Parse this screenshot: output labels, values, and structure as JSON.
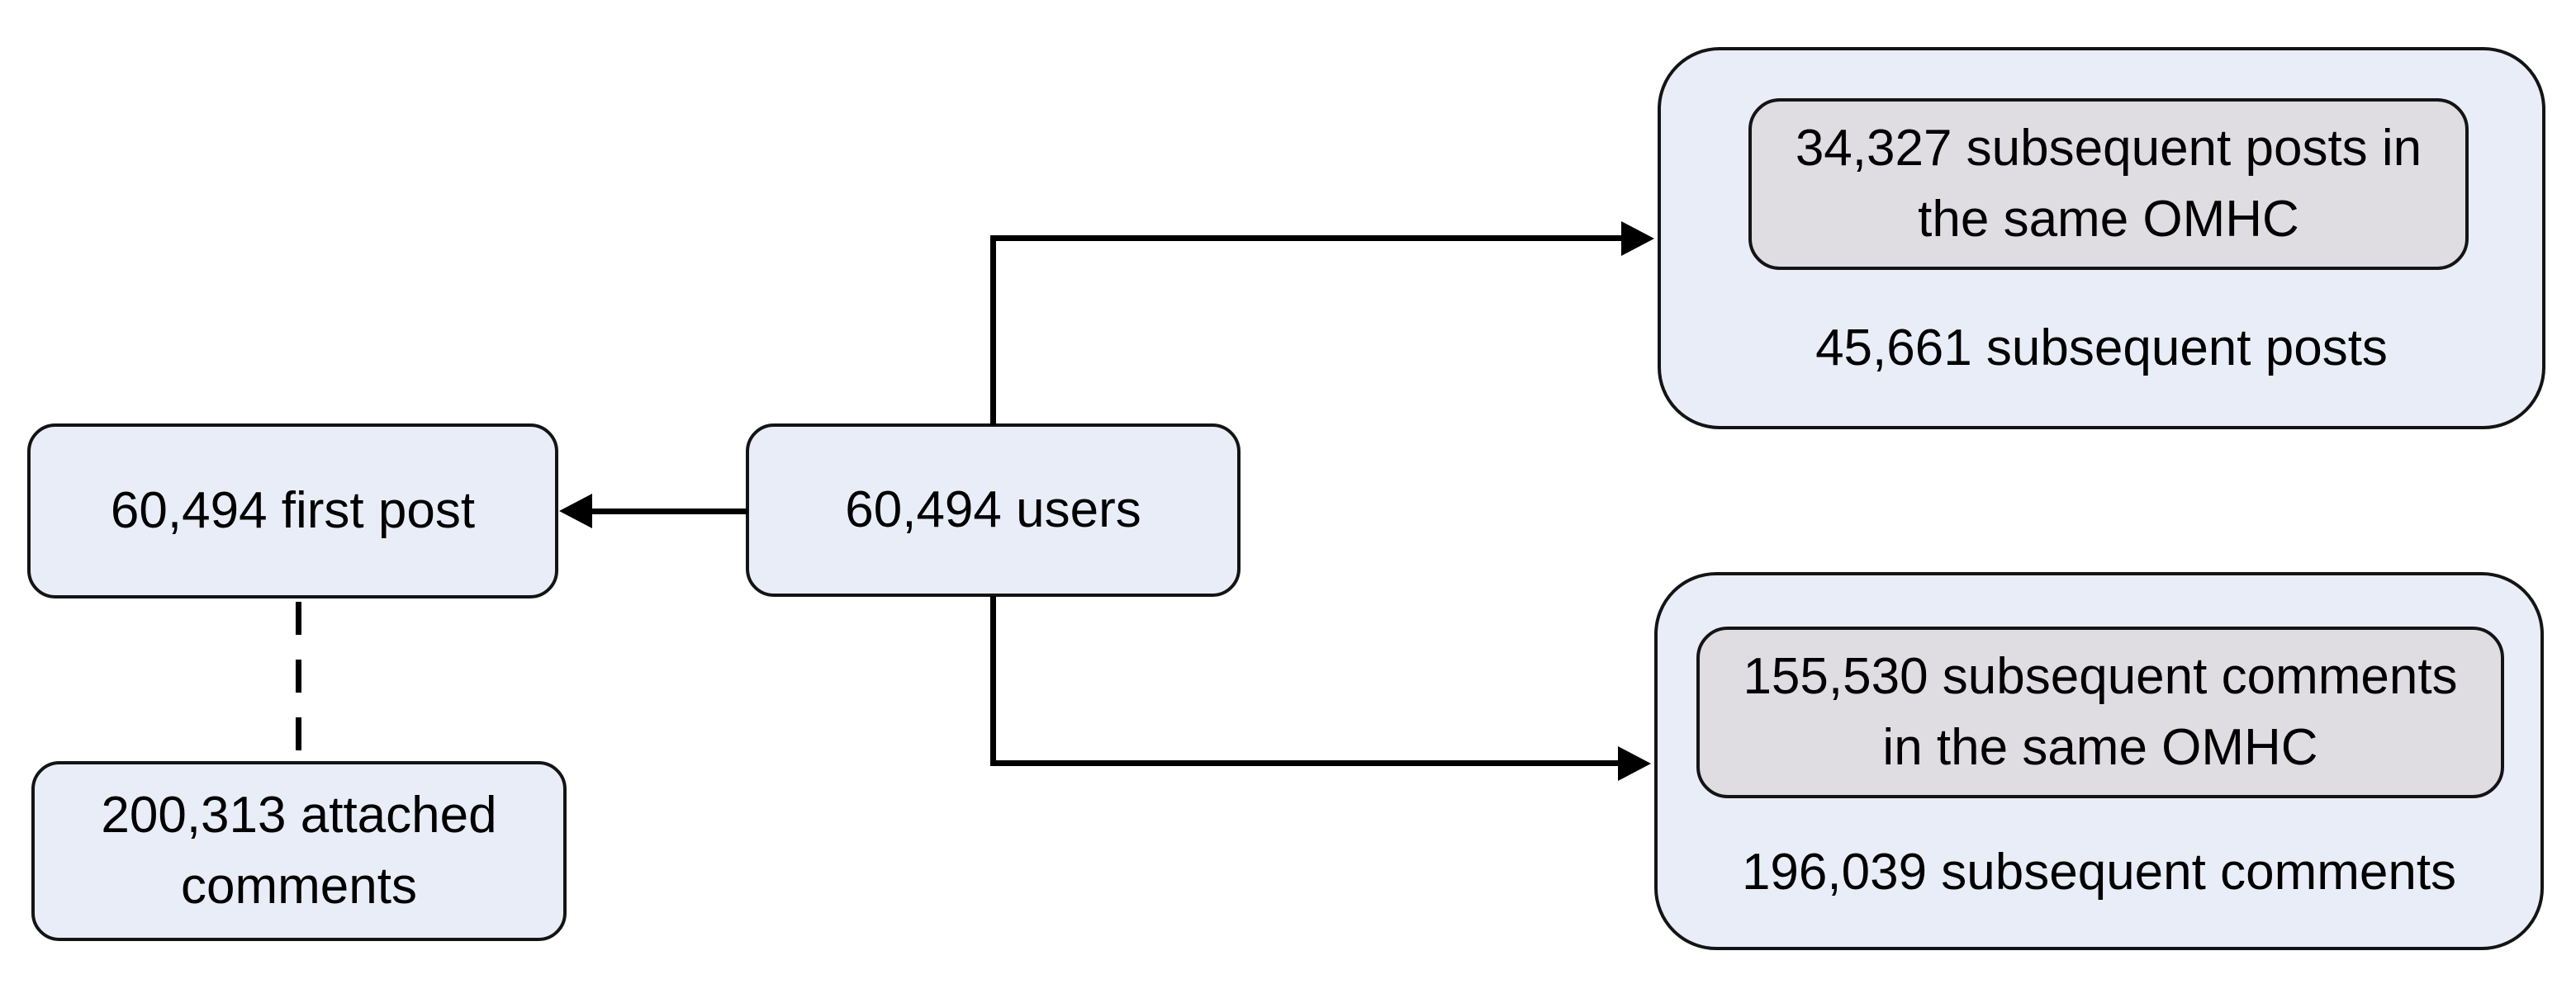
{
  "colors": {
    "background": "#ffffff",
    "box_fill": "#e9edf8",
    "inner_fill": "#dfdde2",
    "border": "#141414",
    "line": "#000000"
  },
  "boxes": {
    "first_post": {
      "label": "60,494 first post"
    },
    "attached_comments": {
      "line1": "200,313 attached",
      "line2": "comments"
    },
    "users": {
      "label": "60,494 users"
    },
    "subsequent_posts": {
      "highlight_line1": "34,327 subsequent posts in",
      "highlight_line2": "the same OMHC",
      "caption": "45,661 subsequent posts"
    },
    "subsequent_comments": {
      "highlight_line1": "155,530 subsequent comments",
      "highlight_line2": "in the same OMHC",
      "caption": "196,039 subsequent comments"
    }
  }
}
